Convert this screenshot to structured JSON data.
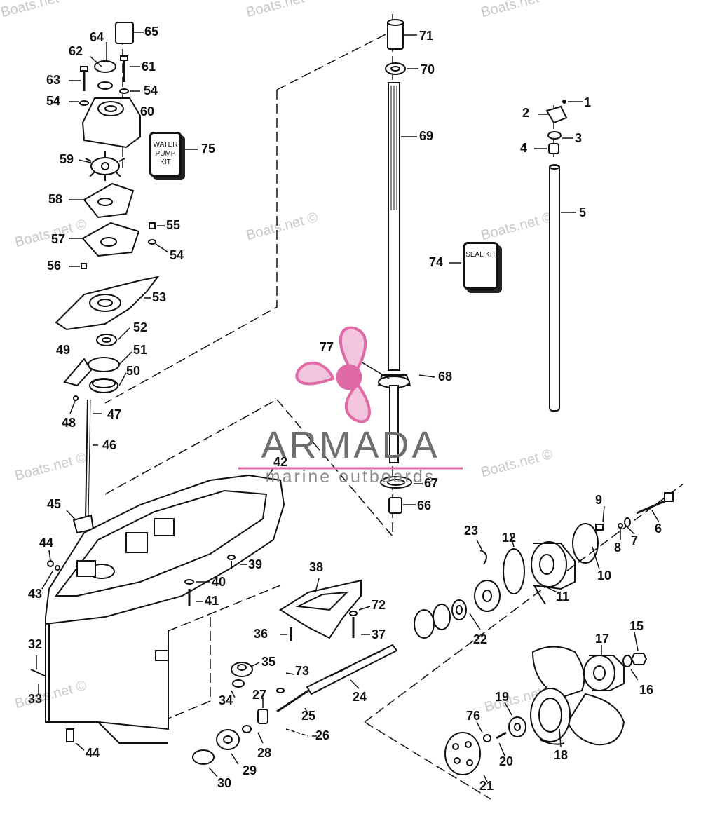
{
  "watermark": {
    "text": "Boats.net ©"
  },
  "brand": {
    "name": "ARMADA",
    "tagline": "marine outboards"
  },
  "kits": {
    "water_pump": "WATER PUMP KIT",
    "seal": "SEAL KIT"
  },
  "callouts": [
    {
      "id": "c1",
      "text": "1"
    },
    {
      "id": "c2",
      "text": "2"
    },
    {
      "id": "c3",
      "text": "3"
    },
    {
      "id": "c4",
      "text": "4"
    },
    {
      "id": "c5",
      "text": "5"
    },
    {
      "id": "c6",
      "text": "6"
    },
    {
      "id": "c7",
      "text": "7"
    },
    {
      "id": "c8",
      "text": "8"
    },
    {
      "id": "c9",
      "text": "9"
    },
    {
      "id": "c10",
      "text": "10"
    },
    {
      "id": "c11",
      "text": "11"
    },
    {
      "id": "c12",
      "text": "12"
    },
    {
      "id": "c15",
      "text": "15"
    },
    {
      "id": "c16",
      "text": "16"
    },
    {
      "id": "c17",
      "text": "17"
    },
    {
      "id": "c18",
      "text": "18"
    },
    {
      "id": "c19",
      "text": "19"
    },
    {
      "id": "c20",
      "text": "20"
    },
    {
      "id": "c21",
      "text": "21"
    },
    {
      "id": "c22",
      "text": "22"
    },
    {
      "id": "c23",
      "text": "23"
    },
    {
      "id": "c24",
      "text": "24"
    },
    {
      "id": "c25",
      "text": "25"
    },
    {
      "id": "c26",
      "text": "26"
    },
    {
      "id": "c27",
      "text": "27"
    },
    {
      "id": "c28",
      "text": "28"
    },
    {
      "id": "c29",
      "text": "29"
    },
    {
      "id": "c30",
      "text": "30"
    },
    {
      "id": "c32",
      "text": "32"
    },
    {
      "id": "c33",
      "text": "33"
    },
    {
      "id": "c34",
      "text": "34"
    },
    {
      "id": "c35",
      "text": "35"
    },
    {
      "id": "c36",
      "text": "36"
    },
    {
      "id": "c37",
      "text": "37"
    },
    {
      "id": "c38",
      "text": "38"
    },
    {
      "id": "c39",
      "text": "39"
    },
    {
      "id": "c40",
      "text": "40"
    },
    {
      "id": "c41",
      "text": "41"
    },
    {
      "id": "c42",
      "text": "42"
    },
    {
      "id": "c43",
      "text": "43"
    },
    {
      "id": "c44a",
      "text": "44"
    },
    {
      "id": "c44b",
      "text": "44"
    },
    {
      "id": "c45",
      "text": "45"
    },
    {
      "id": "c46",
      "text": "46"
    },
    {
      "id": "c47",
      "text": "47"
    },
    {
      "id": "c48",
      "text": "48"
    },
    {
      "id": "c49",
      "text": "49"
    },
    {
      "id": "c50",
      "text": "50"
    },
    {
      "id": "c51",
      "text": "51"
    },
    {
      "id": "c52",
      "text": "52"
    },
    {
      "id": "c53",
      "text": "53"
    },
    {
      "id": "c54a",
      "text": "54"
    },
    {
      "id": "c54b",
      "text": "54"
    },
    {
      "id": "c54c",
      "text": "54"
    },
    {
      "id": "c55",
      "text": "55"
    },
    {
      "id": "c56",
      "text": "56"
    },
    {
      "id": "c57",
      "text": "57"
    },
    {
      "id": "c58",
      "text": "58"
    },
    {
      "id": "c59",
      "text": "59"
    },
    {
      "id": "c60",
      "text": "60"
    },
    {
      "id": "c61",
      "text": "61"
    },
    {
      "id": "c62",
      "text": "62"
    },
    {
      "id": "c63",
      "text": "63"
    },
    {
      "id": "c64",
      "text": "64"
    },
    {
      "id": "c65",
      "text": "65"
    },
    {
      "id": "c66",
      "text": "66"
    },
    {
      "id": "c67",
      "text": "67"
    },
    {
      "id": "c68",
      "text": "68"
    },
    {
      "id": "c69",
      "text": "69"
    },
    {
      "id": "c70",
      "text": "70"
    },
    {
      "id": "c71",
      "text": "71"
    },
    {
      "id": "c72",
      "text": "72"
    },
    {
      "id": "c73",
      "text": "73"
    },
    {
      "id": "c74",
      "text": "74"
    },
    {
      "id": "c75",
      "text": "75"
    },
    {
      "id": "c76",
      "text": "76"
    },
    {
      "id": "c77",
      "text": "77"
    }
  ],
  "colors": {
    "line": "#111111",
    "brand_pink": "#e06aa6",
    "brand_grey": "#6e6e6e",
    "watermark": "#c9c9c9"
  }
}
